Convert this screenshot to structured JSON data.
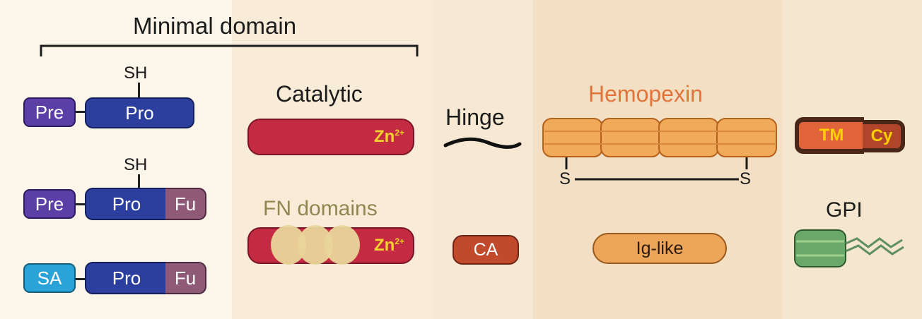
{
  "minimal_domain": {
    "label": "Minimal domain"
  },
  "n_terminal": {
    "sh_label": "SH",
    "row1": {
      "pre": "Pre",
      "pro": "Pro"
    },
    "row2": {
      "pre": "Pre",
      "pro": "Pro",
      "fu": "Fu"
    },
    "row3": {
      "sa": "SA",
      "pro": "Pro",
      "fu": "Fu"
    }
  },
  "catalytic": {
    "title": "Catalytic",
    "zn": "Zn",
    "zn_charge": "2+"
  },
  "fn_domains": {
    "title": "FN domains",
    "zn": "Zn",
    "zn_charge": "2+"
  },
  "hinge": {
    "title": "Hinge",
    "ca": "CA"
  },
  "hemopexin": {
    "title": "Hemopexin",
    "s_left": "S",
    "s_right": "S",
    "ig_like": "Ig-like"
  },
  "membrane": {
    "tm": "TM",
    "cy": "Cy",
    "gpi": "GPI"
  },
  "colors": {
    "pre": "#5b3ea6",
    "pro": "#2c3f9e",
    "fu": "#8e5a78",
    "sa": "#2aa3d8",
    "catalytic": "#c42b42",
    "fn_ellipse": "#e9d59a",
    "zn_text": "#f2d22e",
    "fn_title": "#8f8752",
    "hemopexin_title": "#e0743a",
    "hemopexin_block": "#f1a95a",
    "ca": "#c24a2c",
    "ig_like": "#eda55a",
    "tm_dark": "#4a2718",
    "tm_text": "#ffd000",
    "gpi_green": "#6aa86a"
  }
}
